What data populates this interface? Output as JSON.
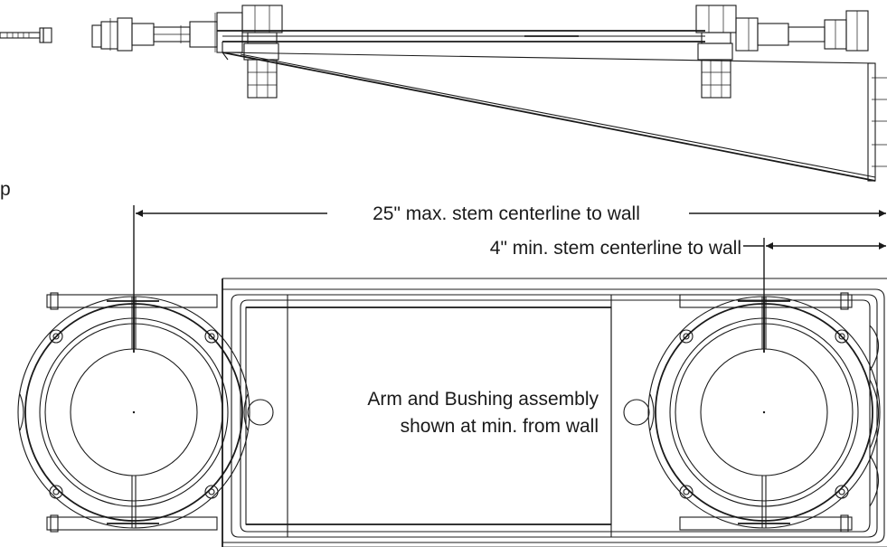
{
  "dimensions": {
    "max_label": "25\" max. stem centerline to wall",
    "min_label": "4\" min. stem centerline to wall"
  },
  "callout": {
    "line1": "Arm and Bushing assembly",
    "line2": "shown at min. from wall"
  },
  "clipped_label": "p"
}
